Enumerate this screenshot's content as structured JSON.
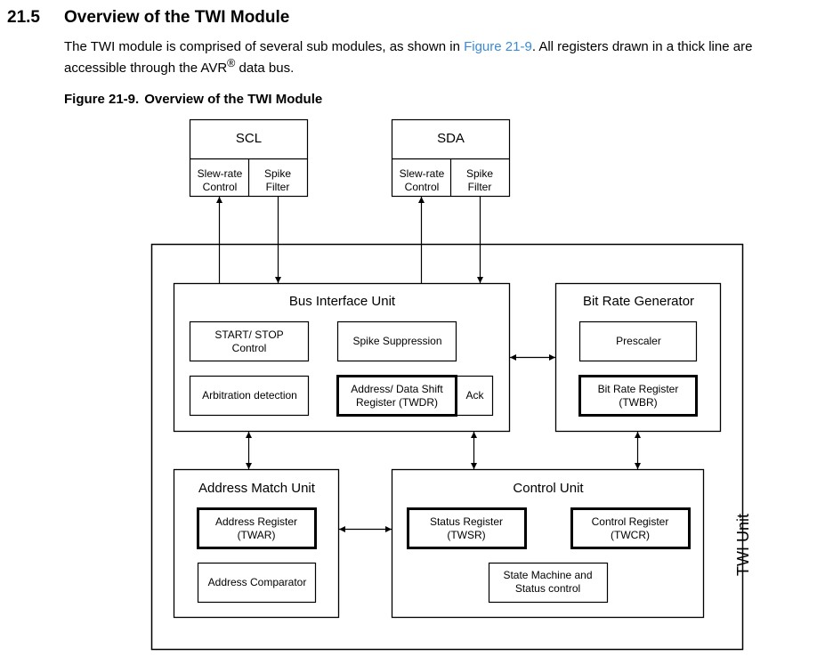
{
  "section": {
    "number": "21.5",
    "title": "Overview of the TWI Module"
  },
  "paragraph": {
    "before_link": "The TWI module is comprised of several sub modules, as shown in ",
    "link": "Figure 21-9",
    "after_link": ". All registers drawn in a thick line are accessible through the AVR",
    "reg_mark": "®",
    "end": " data bus."
  },
  "figure": {
    "caption_number": "Figure 21-9.",
    "caption_title": "Overview of the TWI Module",
    "scl": {
      "label": "SCL",
      "slew": "Slew-rate Control",
      "spike": "Spike Filter"
    },
    "sda": {
      "label": "SDA",
      "slew": "Slew-rate Control",
      "spike": "Spike Filter"
    },
    "bus_interface_unit": {
      "title": "Bus Interface Unit",
      "start_stop": "START/ STOP Control",
      "spike_suppression": "Spike Suppression",
      "arbitration": "Arbitration detection",
      "shift_register": "Address/ Data Shift Register (TWDR)",
      "ack": "Ack"
    },
    "bit_rate_generator": {
      "title": "Bit Rate Generator",
      "prescaler": "Prescaler",
      "bit_rate_register": "Bit Rate Register (TWBR)"
    },
    "address_match_unit": {
      "title": "Address Match Unit",
      "address_register": "Address Register (TWAR)",
      "address_comparator": "Address Comparator"
    },
    "control_unit": {
      "title": "Control Unit",
      "status_register": "Status Register (TWSR)",
      "control_register": "Control Register (TWCR)",
      "state_machine": "State Machine and Status control"
    },
    "twi_unit_label": "TWI Unit"
  }
}
